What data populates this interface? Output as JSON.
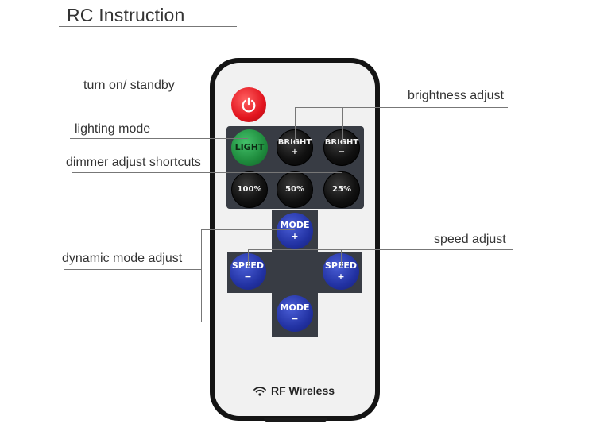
{
  "title": "RC Instruction",
  "labels": {
    "turn_on": "turn on/ standby",
    "lighting_mode": "lighting mode",
    "dimmer": "dimmer adjust shortcuts",
    "dynamic_mode": "dynamic mode adjust",
    "brightness": "brightness adjust",
    "speed": "speed adjust"
  },
  "buttons": {
    "light": "LIGHT",
    "bright_up": "BRIGHT\n+",
    "bright_down": "BRIGHT\n−",
    "p100": "100%",
    "p50": "50%",
    "p25": "25%",
    "mode_up": "MODE\n+",
    "mode_down": "MODE\n−",
    "speed_down": "SPEED\n−",
    "speed_up": "SPEED\n+"
  },
  "footer": {
    "rf_label": "RF Wireless"
  },
  "icons": [
    "power-icon",
    "wifi-icon"
  ],
  "colors": {
    "power": "#e2141e",
    "light": "#1e8a3c",
    "mode_speed": "#2232a3",
    "keys": "#111111"
  }
}
